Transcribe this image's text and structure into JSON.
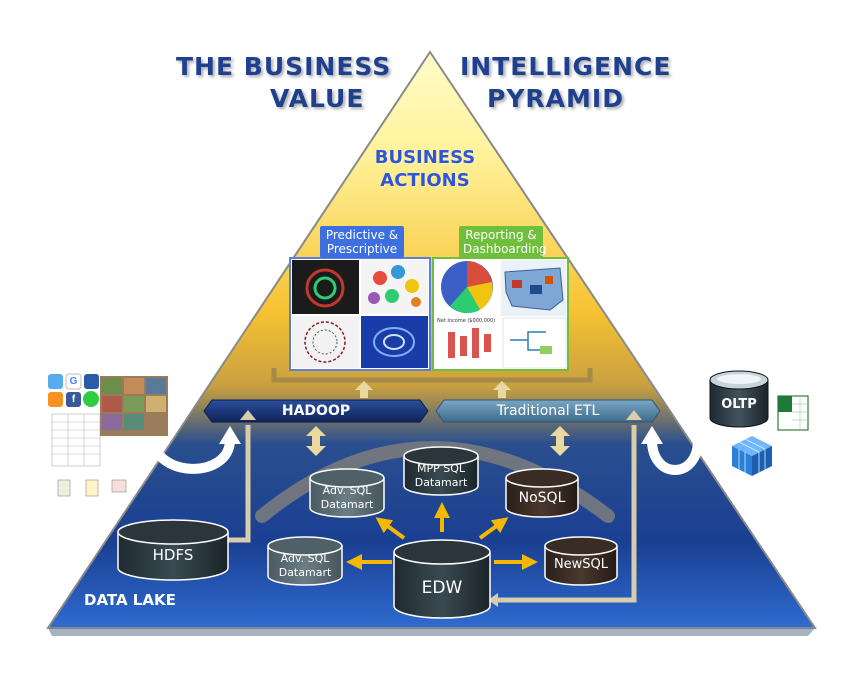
{
  "title": {
    "line1_left": "THE BUSINESS",
    "line1_right": "INTELLIGENCE",
    "line2_left": "VALUE",
    "line2_right": "PYRAMID"
  },
  "apex": {
    "line1": "BUSINESS",
    "line2": "ACTIONS"
  },
  "panels": {
    "predictive_label": "Predictive & Prescriptive",
    "reporting_label": "Reporting & Dashboarding",
    "chart_caption": "Net Income ($000,000)"
  },
  "bands": {
    "hadoop": "HADOOP",
    "etl": "Traditional ETL"
  },
  "stores": {
    "hdfs": "HDFS",
    "adv_sql_top": [
      "Adv. SQL",
      "Datamart"
    ],
    "mpp_sql": [
      "MPP SQL",
      "Datamart"
    ],
    "nosql": "NoSQL",
    "adv_sql_left": [
      "Adv. SQL",
      "Datamart"
    ],
    "edw": "EDW",
    "newsql": "NewSQL"
  },
  "data_lake": "DATA LAKE",
  "sources": {
    "oltp": "OLTP",
    "social_letters": [
      "G",
      "f"
    ]
  },
  "colors": {
    "title": "#1f3f8f",
    "actions": "#2f56d6",
    "pyramid_top": "#fff9b0",
    "pyramid_mid": "#f2b51a",
    "pyramid_base": "#1a4aa0",
    "hadoop_band": "#15306e",
    "etl_band": "#4d7ea0",
    "arrow_yellow": "#f5b800",
    "cylinder_dark": "#2c3a40",
    "cylinder_brown": "#3a2c25"
  },
  "icons": [
    "twitter-icon",
    "google-icon",
    "myspace-icon",
    "rss-icon",
    "facebook-icon",
    "messaging-icon",
    "excel-icon",
    "cube-icon",
    "database-icon"
  ]
}
